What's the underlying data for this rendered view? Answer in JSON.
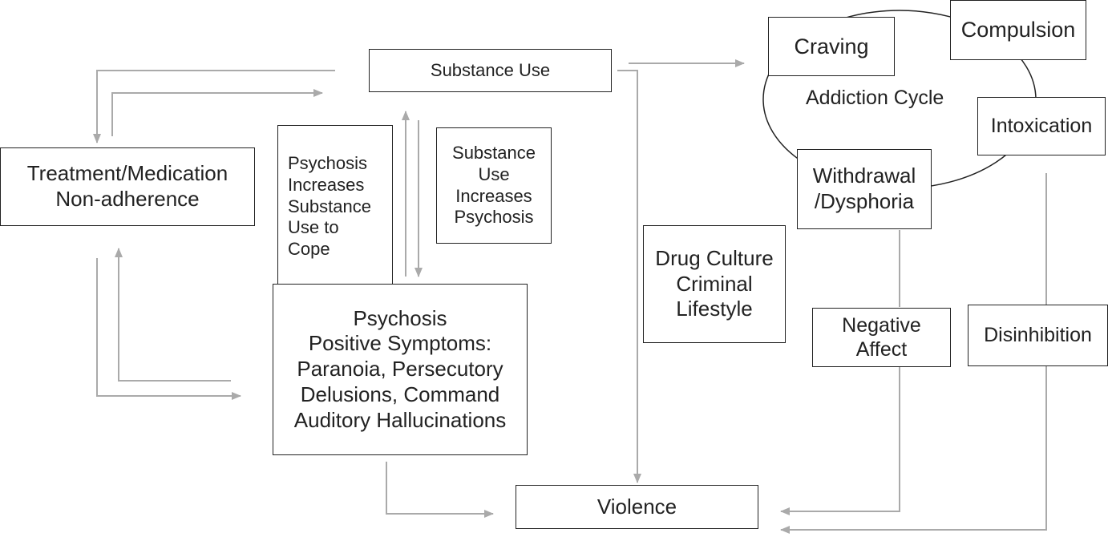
{
  "diagram": {
    "title": "",
    "nodes": {
      "substance_use": "Substance Use",
      "treatment_nonadherence": "Treatment/Medication\nNon-adherence",
      "psychosis_increases_use": "Psychosis\nIncreases\nSubstance\nUse to\nCope",
      "use_increases_psychosis": "Substance\nUse\nIncreases\nPsychosis",
      "psychosis_symptoms": "Psychosis\nPositive Symptoms:\nParanoia, Persecutory\nDelusions, Command\nAuditory Hallucinations",
      "drug_culture": "Drug Culture\nCriminal\nLifestyle",
      "violence": "Violence",
      "craving": "Craving",
      "compulsion": "Compulsion",
      "intoxication": "Intoxication",
      "withdrawal": "Withdrawal\n/Dysphoria",
      "negative_affect": "Negative\nAffect",
      "disinhibition": "Disinhibition"
    },
    "cycle_label": "Addiction Cycle",
    "colors": {
      "box_border": "#222222",
      "connector": "#aaaaaa",
      "text": "#222222",
      "background": "#ffffff"
    }
  }
}
